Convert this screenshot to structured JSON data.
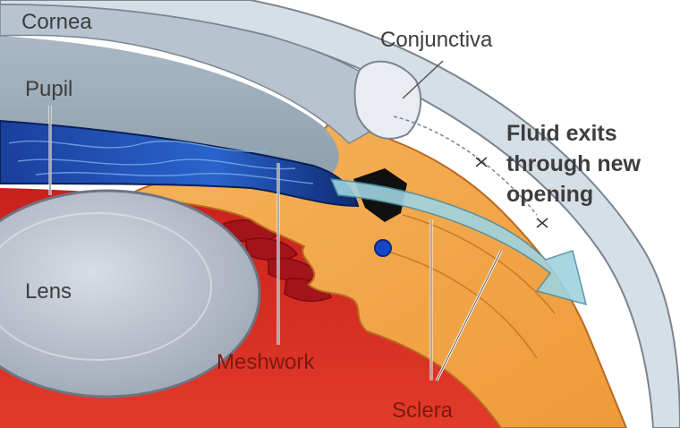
{
  "labels": {
    "cornea": "Cornea",
    "conjunctiva": "Conjunctiva",
    "pupil": "Pupil",
    "fluid_line1": "Fluid exits",
    "fluid_line2": "through new",
    "fluid_line3": "opening",
    "lens": "Lens",
    "meshwork": "Meshwork",
    "sclera": "Sclera"
  },
  "colors": {
    "dark_label": "#3d3d3d",
    "red_label": "#7a1a10",
    "sclera_orange": "#f2a544",
    "iris_blue": "#1d4fb8",
    "interior_red": "#c9201c",
    "lens_gray": "#c2c8d2",
    "cornea_gray": "#cdd7e0",
    "fluid_cyan": "#9fd3e0"
  }
}
